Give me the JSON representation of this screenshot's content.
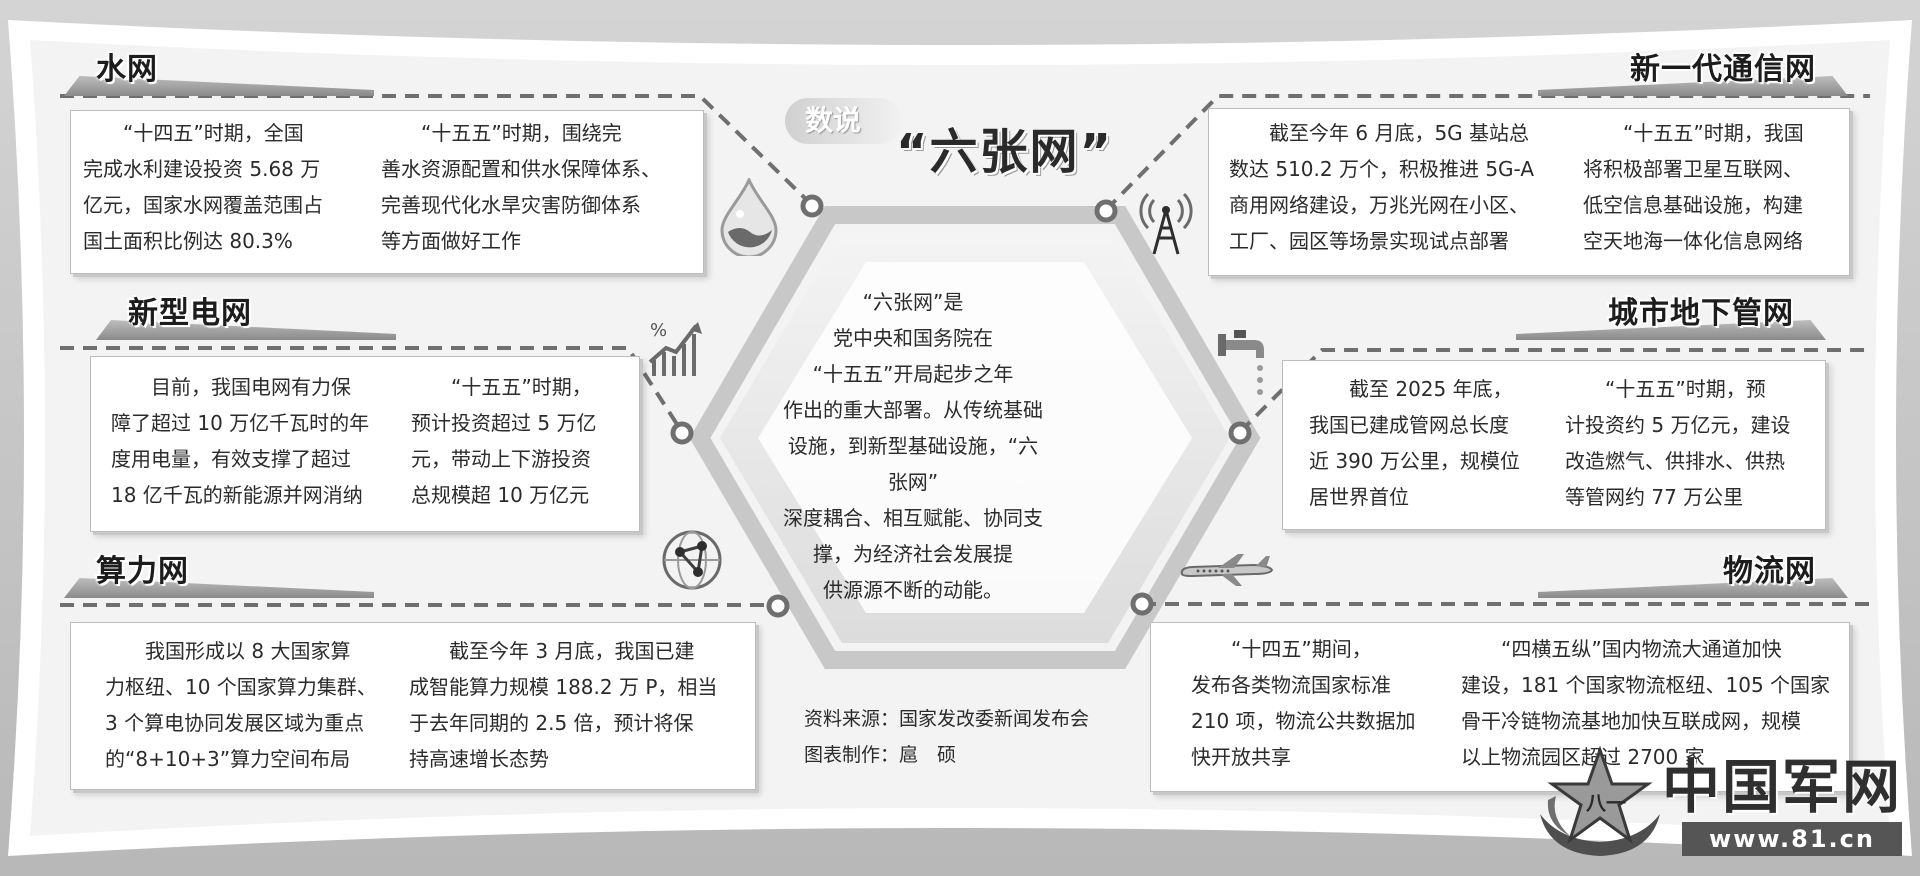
{
  "title": {
    "prefix": "数说",
    "main": "“六张网”"
  },
  "center": {
    "lines": [
      "“六张网”是",
      "党中央和国务院在",
      "“十五五”开局起步之年",
      "作出的重大部署。从传统基础",
      "设施，到新型基础设施，“六张网”",
      "深度耦合、相互赋能、协同支",
      "撑，为经济社会发展提",
      "供源源不断的动能。"
    ]
  },
  "source": {
    "line1": "资料来源：国家发改委新闻发布会",
    "line2": "图表制作：扈　硕"
  },
  "watermark": {
    "text": "中国军网",
    "url": "www.81.cn"
  },
  "sections": {
    "water": {
      "heading": "水网",
      "icon": "water-drop-icon",
      "left": [
        "　　“十四五”时期，全国",
        "完成水利建设投资 5.68 万",
        "亿元，国家水网覆盖范围占",
        "国土面积比例达 80.3%"
      ],
      "right": [
        "　　“十五五”时期，围绕完",
        "善水资源配置和供水保障体系、",
        "完善现代化水旱灾害防御体系",
        "等方面做好工作"
      ]
    },
    "grid": {
      "heading": "新型电网",
      "icon": "growth-chart-icon",
      "left": [
        "　　目前，我国电网有力保",
        "障了超过 10 万亿千瓦时的年",
        "度用电量，有效支撑了超过",
        "18 亿千瓦的新能源并网消纳"
      ],
      "right": [
        "　　“十五五”时期，",
        "预计投资超过 5 万亿",
        "元，带动上下游投资",
        "总规模超 10 万亿元"
      ]
    },
    "compute": {
      "heading": "算力网",
      "icon": "network-globe-icon",
      "left": [
        "　　我国形成以 8 大国家算",
        "力枢纽、10 个国家算力集群、",
        "3 个算电协同发展区域为重点",
        "的“8+10+3”算力空间布局"
      ],
      "right": [
        "　　截至今年 3 月底，我国已建",
        "成智能算力规模 188.2 万 P，相当",
        "于去年同期的 2.5 倍，预计将保",
        "持高速增长态势"
      ]
    },
    "telecom": {
      "heading": "新一代通信网",
      "icon": "signal-tower-icon",
      "left": [
        "　　截至今年 6 月底，5G 基站总",
        "数达 510.2 万个，积极推进 5G-A",
        "商用网络建设，万兆光网在小区、",
        "工厂、园区等场景实现试点部署"
      ],
      "right": [
        "　　“十五五”时期，我国",
        "将积极部署卫星互联网、",
        "低空信息基础设施，构建",
        "空天地海一体化信息网络"
      ]
    },
    "pipes": {
      "heading": "城市地下管网",
      "icon": "water-tap-icon",
      "left": [
        "　　截至 2025 年底，",
        "我国已建成管网总长度",
        "近 390 万公里，规模位",
        "居世界首位"
      ],
      "right": [
        "　　“十五五”时期，预",
        "计投资约 5 万亿元，建设",
        "改造燃气、供排水、供热",
        "等管网约 77 万公里"
      ]
    },
    "logistics": {
      "heading": "物流网",
      "icon": "airplane-icon",
      "left": [
        "　　“十四五”期间，",
        "发布各类物流国家标准",
        "210 项，物流公共数据加",
        "快开放共享"
      ],
      "right": [
        "　　“四横五纵”国内物流大通道加快",
        "建设，181 个国家物流枢纽、105 个国家",
        "骨干冷链物流基地加快互联成网，规模",
        "以上物流园区超过 2700 家"
      ]
    }
  }
}
